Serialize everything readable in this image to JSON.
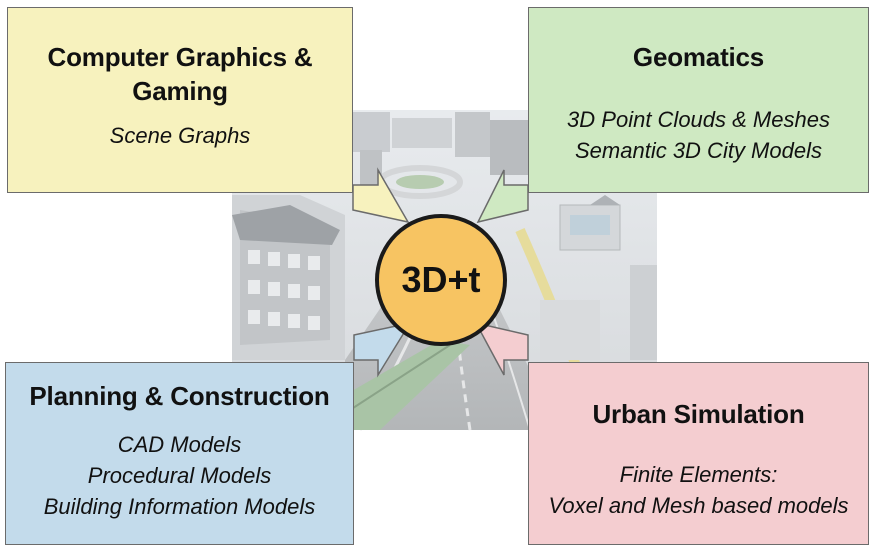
{
  "center": {
    "label": "3D+t"
  },
  "boxes": {
    "computer_graphics": {
      "title_line1": "Computer Graphics &",
      "title_line2": "Gaming",
      "items": [
        "Scene Graphs"
      ]
    },
    "geomatics": {
      "title": "Geomatics",
      "items": [
        "3D Point Clouds & Meshes",
        "Semantic 3D City Models"
      ]
    },
    "planning": {
      "title": "Planning & Construction",
      "items": [
        "CAD Models",
        "Procedural Models",
        "Building Information Models"
      ]
    },
    "simulation": {
      "title": "Urban Simulation",
      "items": [
        "Finite Elements:",
        "Voxel and Mesh based models"
      ]
    }
  },
  "colors": {
    "computer_graphics": "#f7f2be",
    "geomatics": "#cfe9c2",
    "planning": "#c3dbeb",
    "simulation": "#f4cdd0",
    "center_fill": "#f7c462",
    "center_stroke": "#1a1a1a"
  },
  "icons": [
    "city-scene-image",
    "arrow-from-computer-graphics",
    "arrow-from-geomatics",
    "arrow-from-planning",
    "arrow-from-simulation"
  ]
}
